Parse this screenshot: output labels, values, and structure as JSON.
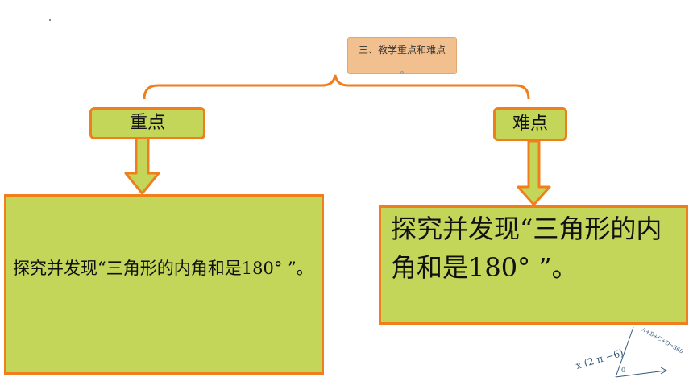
{
  "slide": {
    "section_title": "三、教学重点和难点",
    "key_point": {
      "label": "重点",
      "content": "探究并发现“三角形的内角和是180° ”。"
    },
    "difficult_point": {
      "label": "难点",
      "content": "探究并发现“三角形的内角和是180° ”。"
    },
    "sketch": {
      "formula_left": "x (2 π −6)",
      "formula_top": "A+B+C+D=360",
      "formula_bottom": "0"
    },
    "colors": {
      "box_fill": "#c4d65a",
      "box_border": "#f07e1c",
      "title_fill": "#f2c08f",
      "arrow_fill": "#c4d65a"
    }
  }
}
